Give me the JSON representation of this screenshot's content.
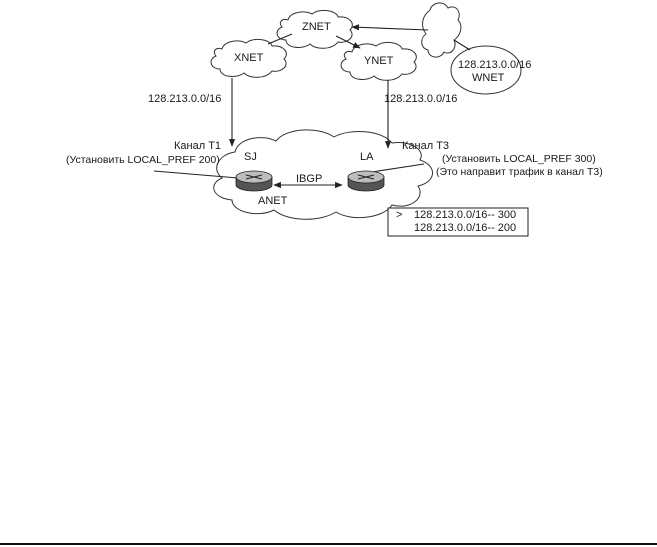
{
  "clouds": {
    "znet": "ZNET",
    "xnet": "XNET",
    "ynet": "YNET",
    "anet": "ANET"
  },
  "wnet": {
    "prefix": "128.213.0.0/16",
    "name": "WNET"
  },
  "links": {
    "left_prefix": "128.213.0.0/16",
    "right_prefix": "128.213.0.0/16",
    "left_channel": "Канал T1",
    "right_channel": "Канал T3",
    "ibgp": "IBGP"
  },
  "routers": {
    "sj": "SJ",
    "la": "LA"
  },
  "notes": {
    "left": "(Установить LOCAL_PREF 200)",
    "right_line1": "(Установить LOCAL_PREF 300)",
    "right_line2": "(Это направит трафик в канал T3)"
  },
  "route_table": {
    "marker": ">",
    "row1": "128.213.0.0/16-- 300",
    "row2": "128.213.0.0/16-- 200"
  }
}
